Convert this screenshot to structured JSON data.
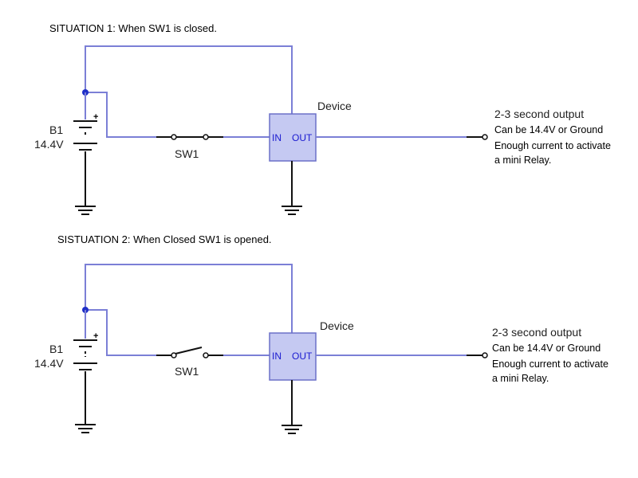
{
  "situation1": {
    "caption": "SITUATION 1: When SW1 is closed.",
    "battery_name": "B1",
    "battery_voltage": "14.4V",
    "plus_sign": "+",
    "switch_label": "SW1",
    "switch_state": "closed",
    "device_label": "Device",
    "in_label": "IN",
    "out_label": "OUT",
    "note_title": "2-3 second output",
    "note_line1": "Can be 14.4V or Ground",
    "note_line2": "Enough current to activate",
    "note_line3": "a mini Relay."
  },
  "situation2": {
    "caption": "SISTUATION 2: When Closed SW1 is opened.",
    "battery_name": "B1",
    "battery_voltage": "14.4V",
    "plus_sign": "+",
    "switch_label": "SW1",
    "switch_state": "open",
    "device_label": "Device",
    "in_label": "IN",
    "out_label": "OUT",
    "note_title": "2-3 second output",
    "note_line1": "Can be 14.4V or Ground",
    "note_line2": "Enough current to activate",
    "note_line3": "a mini Relay."
  },
  "colors": {
    "wire": "#7b7fd6",
    "component": "#111111",
    "device_fill": "#c5c9f2",
    "device_text": "#1a1ad0"
  }
}
